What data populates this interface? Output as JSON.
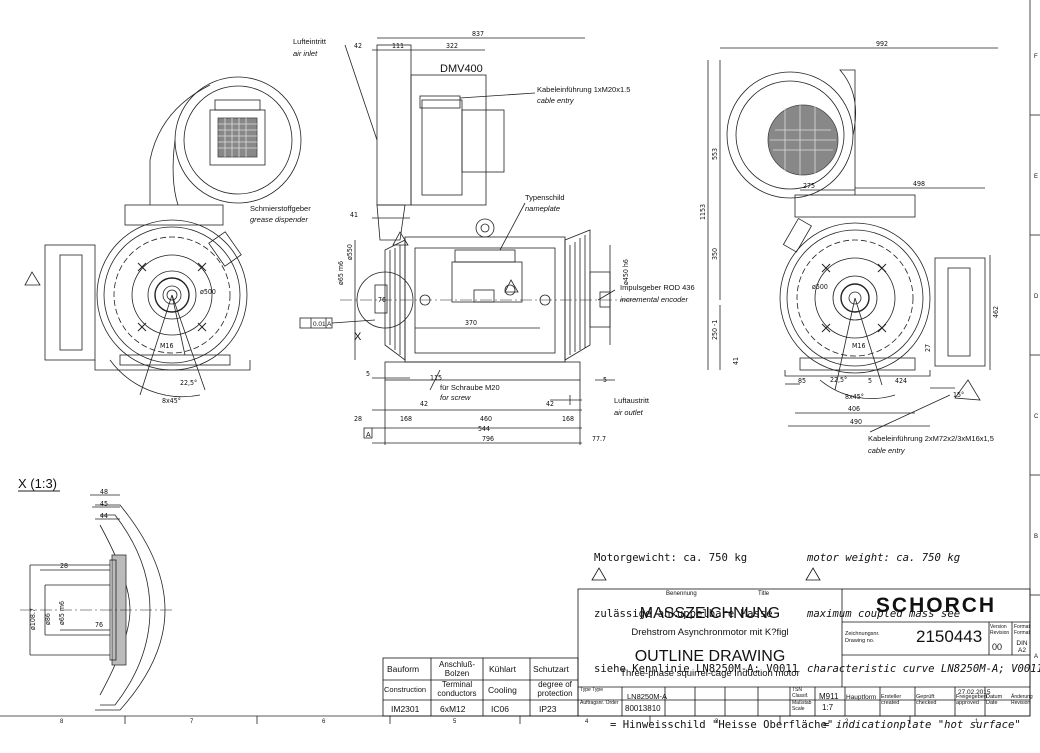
{
  "title_block": {
    "labels": {
      "benennung": "Benennung",
      "titel": "Title"
    },
    "title_de": "MASSZEICHNUNG",
    "subtitle_de": "Drehstrom Asynchronmotor mit K?figl",
    "title_en": "OUTLINE DRAWING",
    "subtitle_en": "Three-phase squirrel-cage Induction motor",
    "company": "SCHORCH",
    "drawing_no_label": "Zeichnungsnr. Drawing no.",
    "drawing_no": "2150443",
    "version_label": "Version Revision",
    "version": "00",
    "format_label": "Format Format",
    "format": "DIN A2",
    "type_label": "Type Type",
    "type": "LN8250M-A",
    "order_label": "Auftragsnr. Order",
    "order": "80013810",
    "tsn_label": "TSN Classif.",
    "tsn": "M911",
    "scale_label": "Maßstab Scale",
    "scale": "1:7",
    "footer_cells": [
      "Hauptform",
      "Ersteller created",
      "Geprüft checked",
      "Freigegeben approved",
      "Datum Date",
      "Änderung Revision"
    ],
    "date": "27.02.2015"
  },
  "spec_table": {
    "headers_de": [
      "Bauform",
      "Anschluß-Bolzen",
      "Kühlart",
      "Schutzart"
    ],
    "headers_en": [
      "Construction",
      "Terminal conductors",
      "Cooling",
      "degree of protection"
    ],
    "values": [
      "IM2301",
      "6xM12",
      "IC06",
      "IP23"
    ]
  },
  "notes": {
    "de": [
      "Motorgewicht: ca. 750 kg",
      "zulässige ankuppelbare Masse",
      "siehe Kennlinie LN8250M-A; V0011",
      "= Hinweisschild \"Heisse Oberfläche\""
    ],
    "en": [
      "motor weight: ca. 750 kg",
      "maximum coupled mass see",
      "characteristic curve LN8250M-A; V0011",
      "= indicationplate \"hot surface\""
    ]
  },
  "callouts": {
    "air_inlet": [
      "Lufteintritt",
      "air inlet"
    ],
    "blower": "DMV400",
    "cable_entry_top": [
      "Kabeleinführung 1xM20x1.5",
      "cable entry"
    ],
    "nameplate": [
      "Typenschild",
      "nameplate"
    ],
    "grease": [
      "Schmierstoffgeber",
      "grease dispender"
    ],
    "encoder": [
      "Impulsgeber ROD 436",
      "incremental encoder"
    ],
    "air_outlet": [
      "Luftaustritt",
      "air outlet"
    ],
    "screw": [
      "für Schraube M20",
      "for screw"
    ],
    "cable_entry_bottom": [
      "Kabeleinführung 2xM72x2/3xM16x1,5",
      "cable entry"
    ],
    "detail_label": "X (1:3)",
    "detail_marker": "X",
    "datum": "A",
    "tolerance": "0.01",
    "tolerance_datum": "A"
  },
  "dimensions": {
    "d837": "837",
    "d42a": "42",
    "d111": "111",
    "d322": "322",
    "d41": "41",
    "phi550": "ø550",
    "phi65": "ø65 m6",
    "d76": "76",
    "d370": "370",
    "phi450a": "ø450 h6",
    "d5a": "5",
    "d115": "115",
    "d42b": "42",
    "d42c": "42",
    "d5b": "5",
    "d28a": "28",
    "d168a": "168",
    "d460": "460",
    "d168b": "168",
    "d544": "544",
    "d796": "796",
    "d77_7": "77.7",
    "d992": "992",
    "d275": "275",
    "d498": "498",
    "d553": "553",
    "d1153": "1153",
    "d350": "350",
    "d250": "250 -1",
    "d462": "462",
    "d27": "27",
    "d41b": "41",
    "d85": "85",
    "d5c": "5",
    "d424": "424",
    "d406": "406",
    "d490": "490",
    "d15": "15°",
    "phi500a": "ø500",
    "phi500b": "ø500",
    "m16a": "M16",
    "m16b": "M16",
    "a22_5a": "22,5°",
    "a8x45a": "8x45°",
    "a22_5b": "22,5°",
    "a8x45b": "8x45°",
    "x48": "48",
    "x45": "45",
    "x44": "44",
    "x28": "28",
    "x76": "76",
    "phi108": "ø108.7",
    "phi86": "ø86",
    "phi65b": "ø65 m6"
  },
  "zone_letters": [
    "F",
    "E",
    "D",
    "C",
    "B",
    "A"
  ],
  "zone_numbers": [
    "8",
    "7",
    "6",
    "5",
    "4",
    "3",
    "2",
    "1"
  ]
}
